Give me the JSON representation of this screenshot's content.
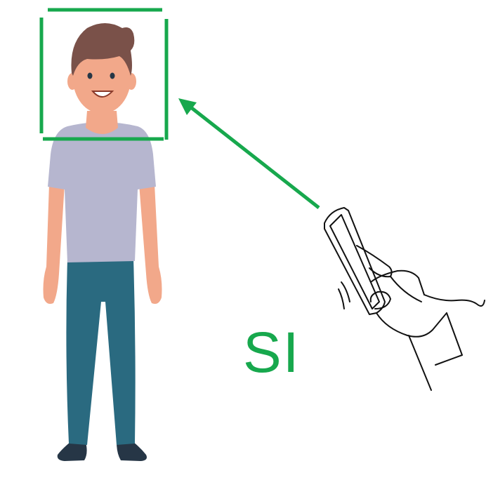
{
  "label": "SI",
  "colors": {
    "frame": "#17a84d",
    "arrow": "#17a84d",
    "label": "#17a84d",
    "skin": "#f2a88a",
    "hair": "#7a5149",
    "shirt": "#b6b6cf",
    "pants": "#2a6a80",
    "shoes": "#263646",
    "line_art": "#111111"
  },
  "icons": {
    "person": "person-illustration",
    "face_box": "face-detection-box",
    "arrow": "arrow-icon",
    "phone": "hand-holding-phone-icon"
  }
}
